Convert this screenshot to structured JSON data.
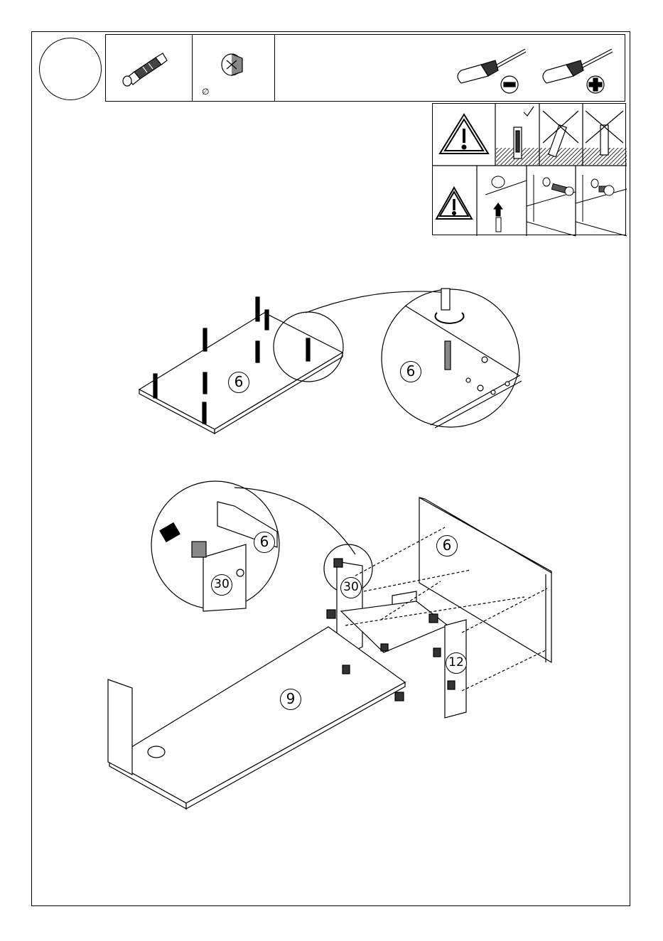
{
  "parts": {
    "items": [
      {
        "name": "cam-dowel-icon",
        "quantity": ""
      },
      {
        "name": "cam-lock-nut-icon",
        "quantity": "",
        "note": "∅"
      }
    ],
    "tools": [
      "flat-screwdriver-icon",
      "phillips-screwdriver-icon"
    ]
  },
  "labels": {
    "panel_6_main": "6",
    "panel_6_zoom": "6",
    "panel_6_back": "6",
    "panel_6_zoom2": "6",
    "panel_30_zoom": "30",
    "panel_30_main": "30",
    "panel_12": "12",
    "panel_9": "9"
  },
  "colors": {
    "line": "#000000",
    "hatch": "#666666",
    "paper": "#ffffff"
  }
}
